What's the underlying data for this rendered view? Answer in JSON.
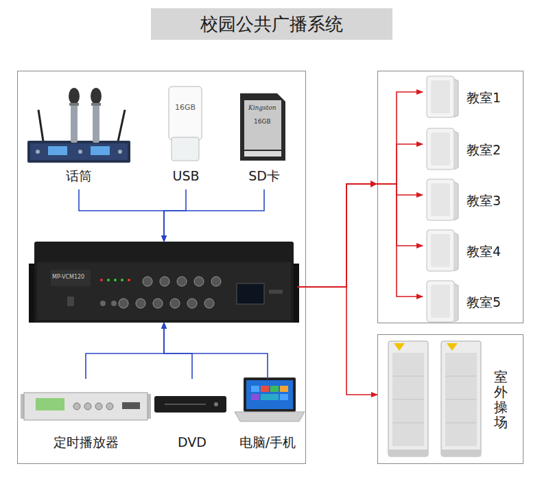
{
  "diagram": {
    "title": "校园公共广播系统",
    "nodes": [
      {
        "text": [
          "话筒"
        ]
      },
      {
        "text": [
          "USB"
        ]
      },
      {
        "text": [
          "SD卡"
        ]
      },
      {
        "text": [
          "MP-VCM120"
        ]
      },
      {
        "text": [
          "定时播放器"
        ]
      },
      {
        "text": [
          "DVD"
        ]
      },
      {
        "text": [
          "电脑/手机"
        ]
      },
      {
        "text": [
          "教室1"
        ]
      },
      {
        "text": [
          "教室2"
        ]
      },
      {
        "text": [
          "教室3"
        ]
      },
      {
        "text": [
          "教室4"
        ]
      },
      {
        "text": [
          "教室5"
        ]
      },
      {
        "text": [
          "室外操场"
        ]
      }
    ],
    "edges": [
      {
        "from": 0,
        "to": 3,
        "arrow": "to"
      },
      {
        "from": 1,
        "to": 3,
        "arrow": "to"
      },
      {
        "from": 2,
        "to": 3,
        "arrow": "to"
      },
      {
        "from": 4,
        "to": 3,
        "arrow": "to"
      },
      {
        "from": 5,
        "to": 3,
        "arrow": "to"
      },
      {
        "from": 6,
        "to": 3,
        "arrow": "to"
      },
      {
        "from": 3,
        "to": 7,
        "arrow": "to"
      },
      {
        "from": 3,
        "to": 8,
        "arrow": "to"
      },
      {
        "from": 3,
        "to": 9,
        "arrow": "to"
      },
      {
        "from": 3,
        "to": 10,
        "arrow": "to"
      },
      {
        "from": 3,
        "to": 11,
        "arrow": "to"
      },
      {
        "from": 3,
        "to": 12,
        "arrow": "to"
      }
    ],
    "labels": [
      "16GB",
      "Kingston",
      "16GB"
    ]
  }
}
